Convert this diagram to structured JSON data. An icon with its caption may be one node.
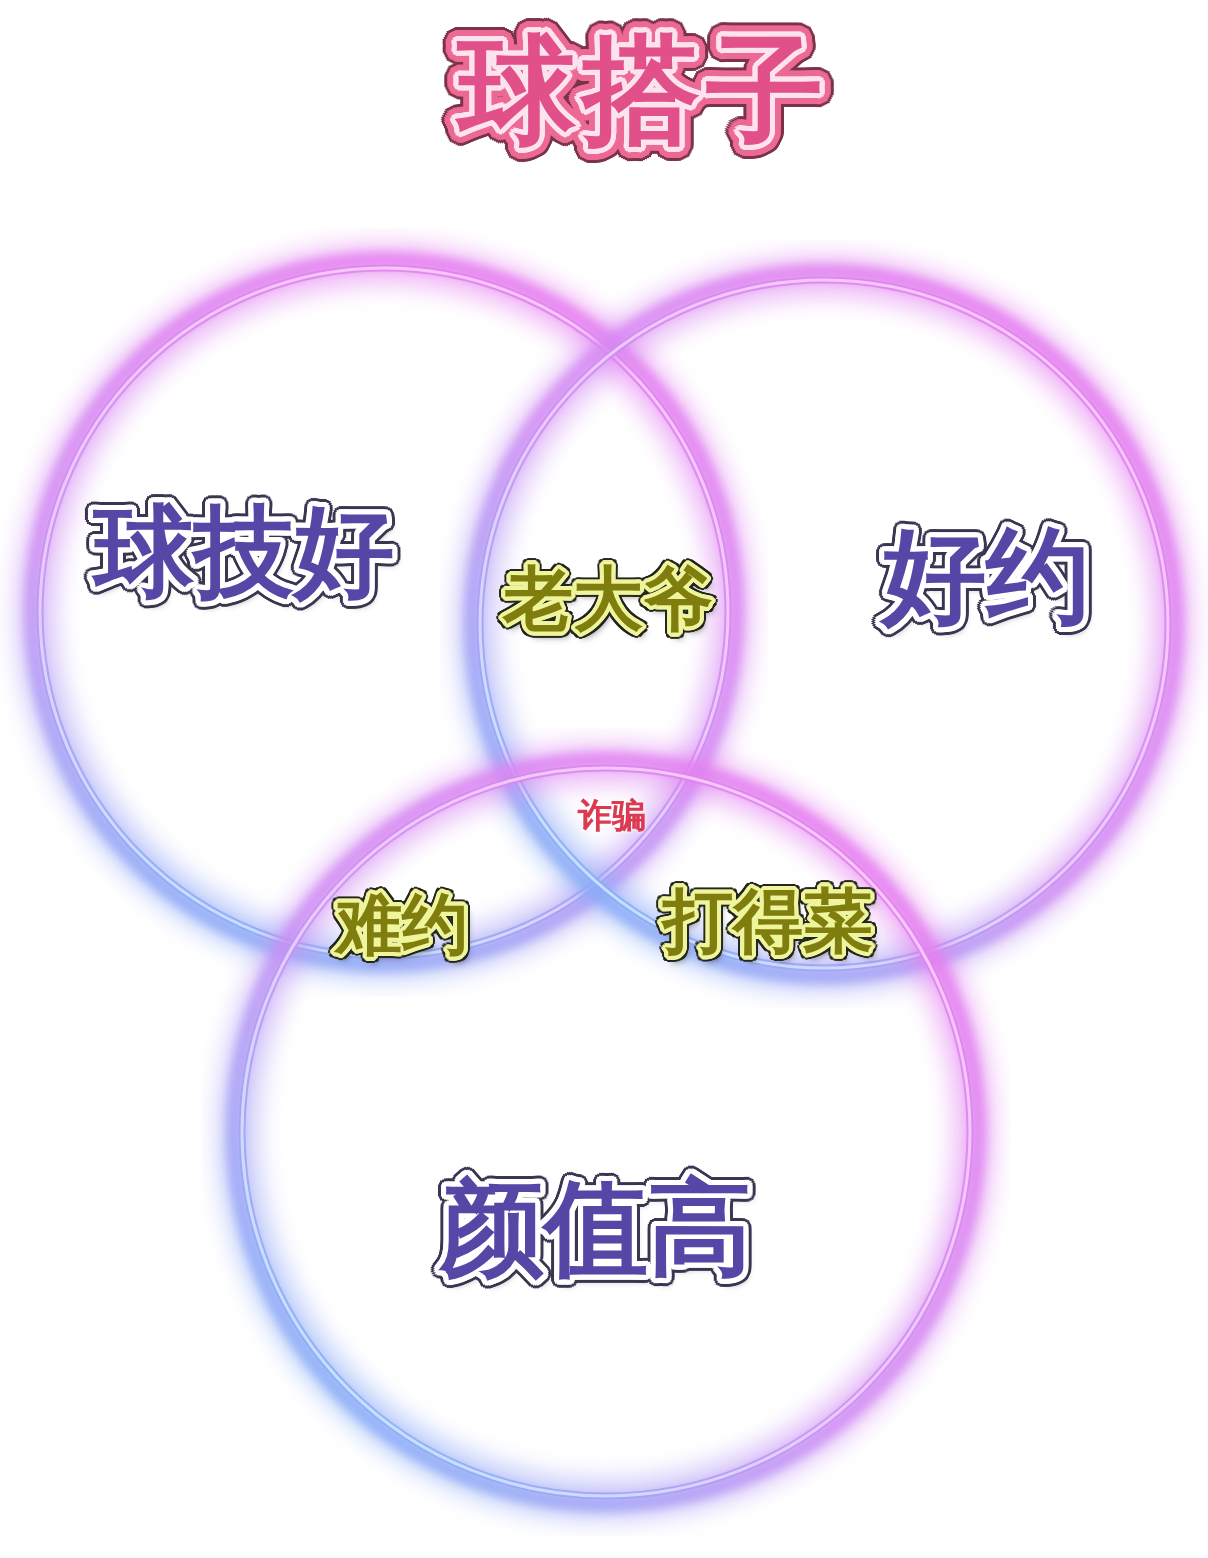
{
  "diagram": {
    "title": "球搭子",
    "nodes": [
      {
        "text": [
          "球技好"
        ]
      },
      {
        "text": [
          "好约"
        ]
      },
      {
        "text": [
          "颜值高"
        ]
      }
    ],
    "labels": [
      "老大爷",
      "诈骗",
      "难约",
      "打得菜"
    ]
  }
}
